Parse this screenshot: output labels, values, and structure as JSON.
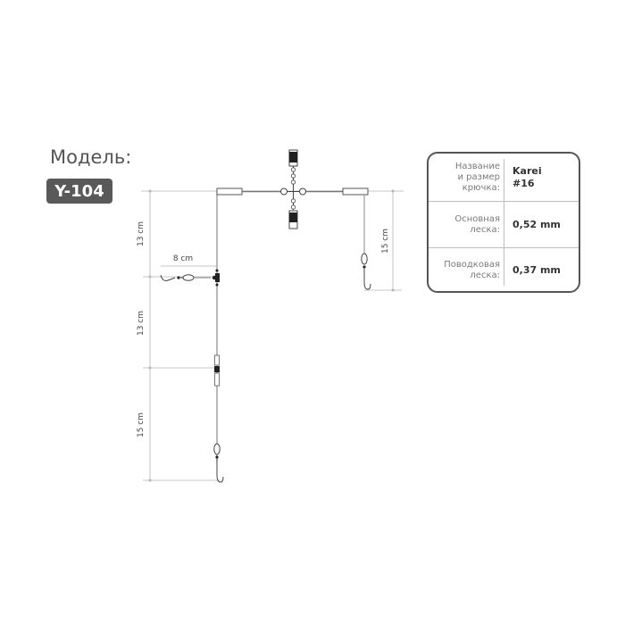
{
  "model": {
    "label": "Модель:",
    "code": "Y-104"
  },
  "specs": [
    {
      "label": "Название\nи размер\nкрючка:",
      "value": "Karei\n#16"
    },
    {
      "label": "Основная\nлеска:",
      "value": "0,52 mm"
    },
    {
      "label": "Поводковая\nлеска:",
      "value": "0,37 mm"
    }
  ],
  "dimensions": {
    "upper_main": "13 cm",
    "side_leader": "8 cm",
    "middle_main": "13 cm",
    "bottom_leader": "15 cm",
    "right_leader": "15 cm"
  }
}
